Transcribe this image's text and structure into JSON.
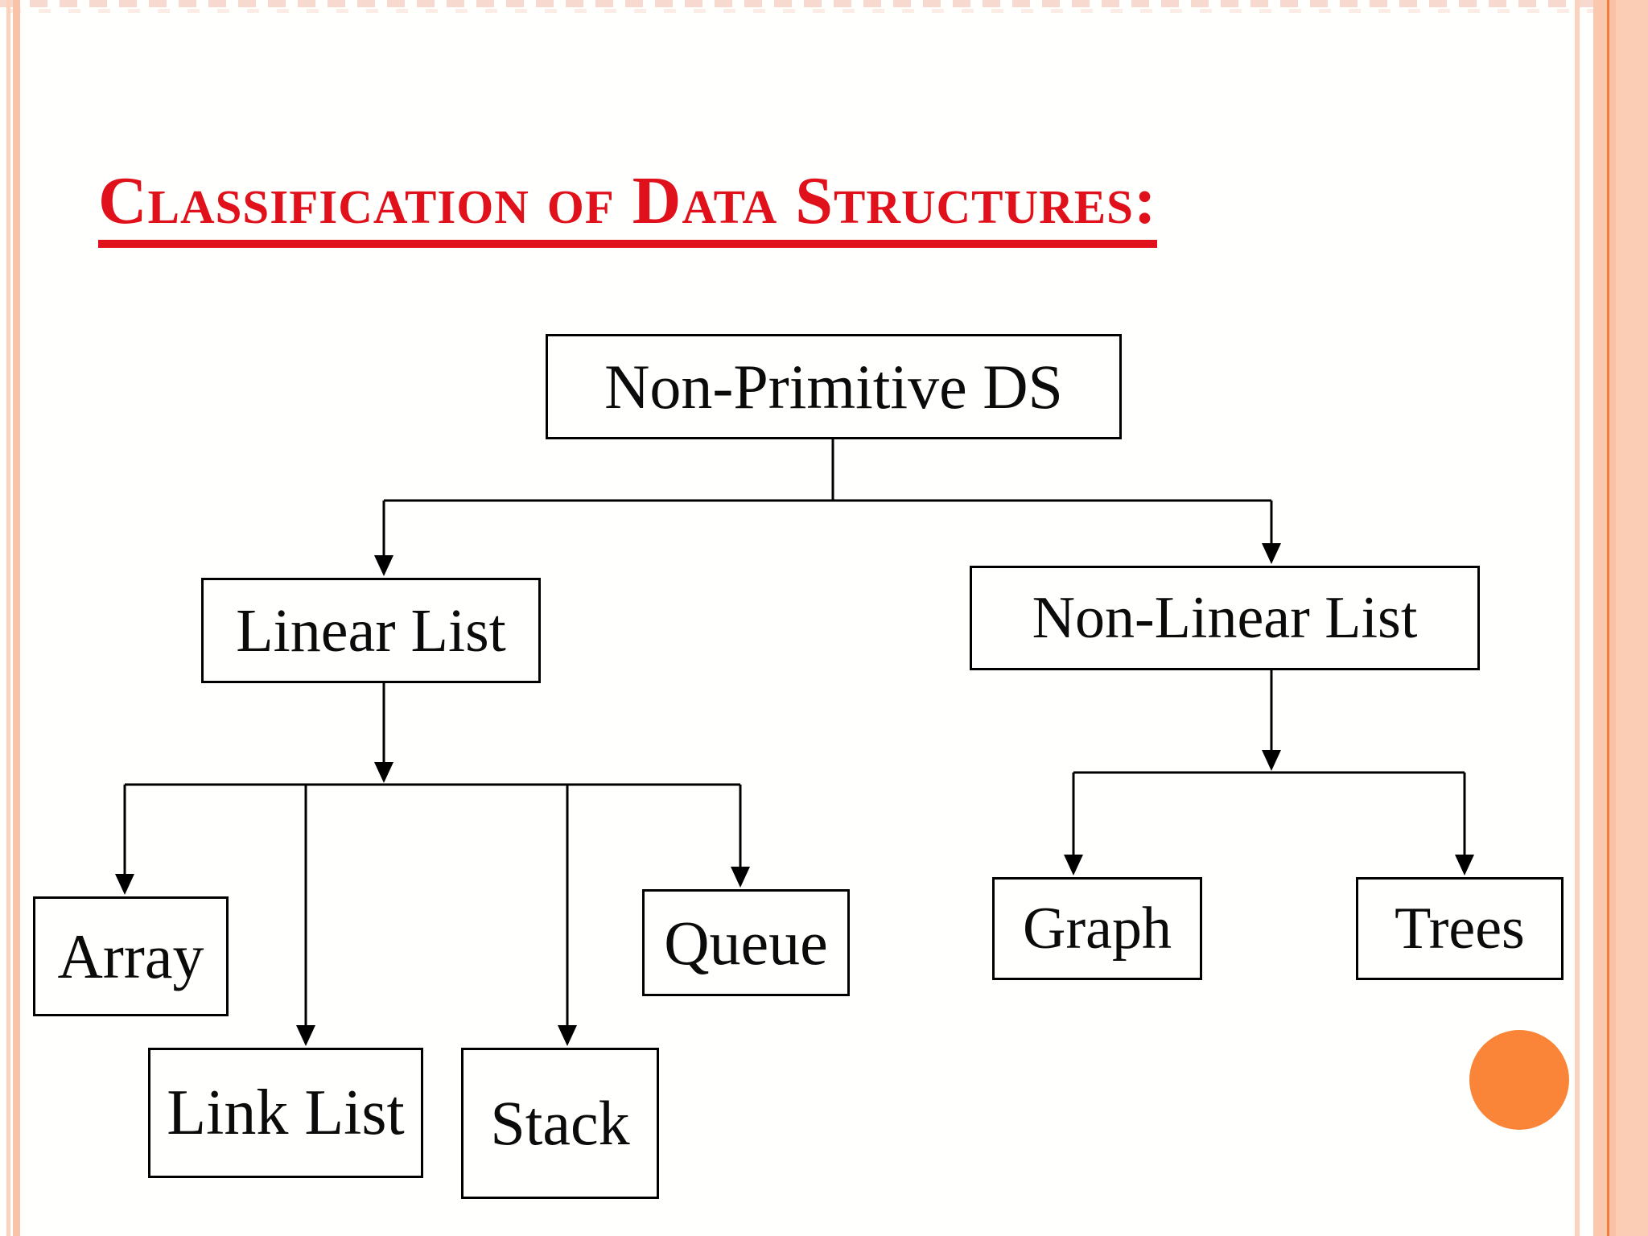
{
  "title": {
    "text": "Classification of Data Structures:",
    "color": "#e0111a"
  },
  "nodes": {
    "root": "Non-Primitive DS",
    "linear": "Linear List",
    "non_linear": "Non-Linear List",
    "array": "Array",
    "link_list": "Link List",
    "stack": "Stack",
    "queue": "Queue",
    "graph": "Graph",
    "trees": "Trees"
  },
  "hierarchy": {
    "root": "Non-Primitive DS",
    "children": [
      {
        "label": "Linear List",
        "children": [
          "Array",
          "Link List",
          "Stack",
          "Queue"
        ]
      },
      {
        "label": "Non-Linear List",
        "children": [
          "Graph",
          "Trees"
        ]
      }
    ]
  },
  "decor": {
    "circle_color": "#fa8438",
    "stripe_light": "#fbd2bc",
    "stripe_medium": "#f9c3a9",
    "stripe_dark_line": "#ee7d3e",
    "line_color": "#000000"
  }
}
